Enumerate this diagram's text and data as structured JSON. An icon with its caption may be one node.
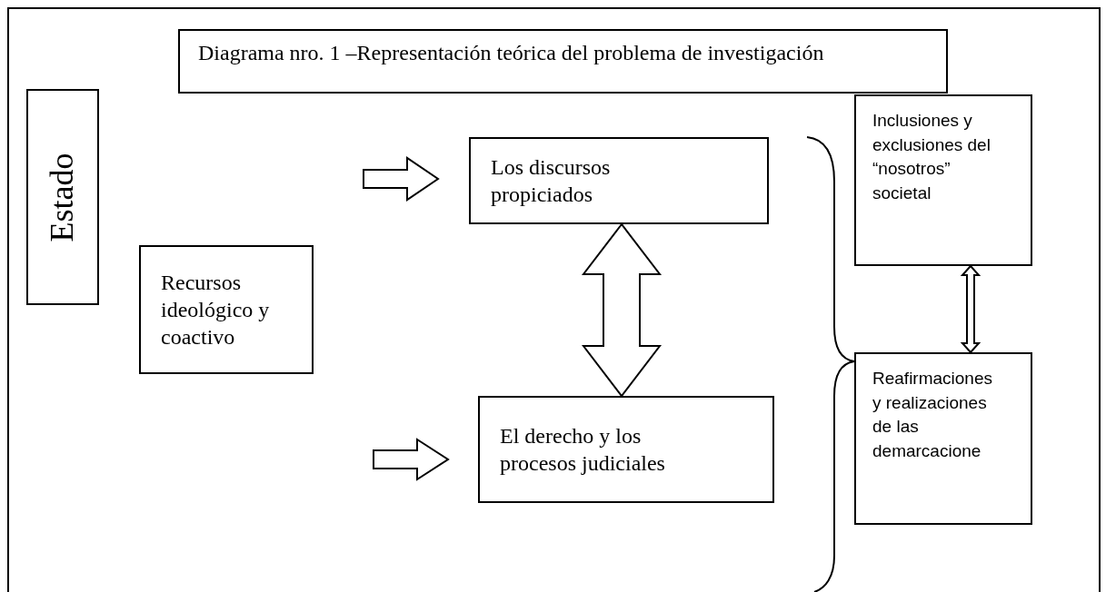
{
  "diagram": {
    "title": "Diagrama nro. 1 –Representación teórica del problema de investigación",
    "nodes": [
      {
        "text": [
          "Estado"
        ]
      },
      {
        "text": [
          "Recursos ideológico y coactivo"
        ]
      },
      {
        "text": [
          "Los discursos propiciados"
        ]
      },
      {
        "text": [
          "El derecho y los procesos  judiciales"
        ]
      },
      {
        "text": [
          "Inclusiones y exclusiones del “nosotros” societal"
        ]
      },
      {
        "text": [
          "Reafirmaciones y realizaciones de las demarcacione"
        ]
      }
    ],
    "edges": [
      {
        "from": null,
        "to": 2,
        "arrow": "to"
      },
      {
        "from": null,
        "to": 3,
        "arrow": "to"
      },
      {
        "from": 2,
        "to": 3,
        "arrow": "both"
      },
      {
        "from": 4,
        "to": 5,
        "arrow": "both"
      }
    ]
  }
}
